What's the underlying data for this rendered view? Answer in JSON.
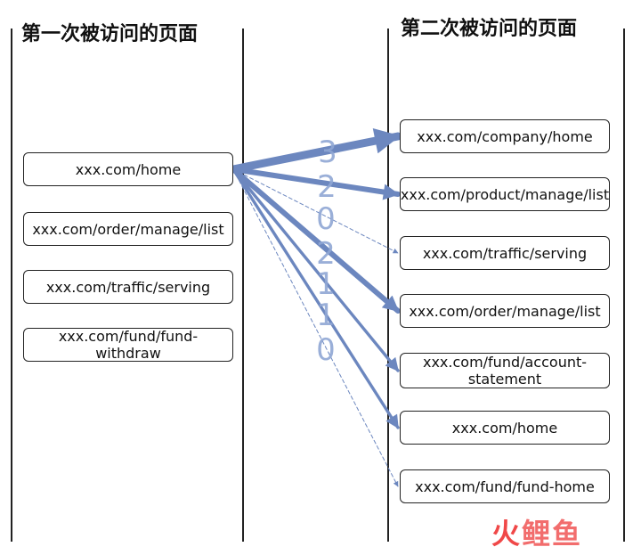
{
  "left": {
    "title": "第一次被访问的页面",
    "pages": [
      "xxx.com/home",
      "xxx.com/order/manage/list",
      "xxx.com/traffic/serving",
      "xxx.com/fund/fund-withdraw"
    ]
  },
  "right": {
    "title": "第二次被访问的页面",
    "pages": [
      "xxx.com/company/home",
      "xxx.com/product/manage/list",
      "xxx.com/traffic/serving",
      "xxx.com/order/manage/list",
      "xxx.com/fund/account-statement",
      "xxx.com/home",
      "xxx.com/fund/fund-home"
    ]
  },
  "edges": [
    {
      "from": 0,
      "to": 0,
      "weight": "3"
    },
    {
      "from": 0,
      "to": 1,
      "weight": "2"
    },
    {
      "from": 0,
      "to": 2,
      "weight": "0"
    },
    {
      "from": 0,
      "to": 3,
      "weight": "2"
    },
    {
      "from": 0,
      "to": 4,
      "weight": "1"
    },
    {
      "from": 0,
      "to": 5,
      "weight": "1"
    },
    {
      "from": 0,
      "to": 6,
      "weight": "0"
    }
  ],
  "colors": {
    "edge": "#6c87bf",
    "label": "#8fa6d4"
  },
  "watermark": {
    "char1": "火",
    "char2": "鲤",
    "char3": "鱼"
  }
}
